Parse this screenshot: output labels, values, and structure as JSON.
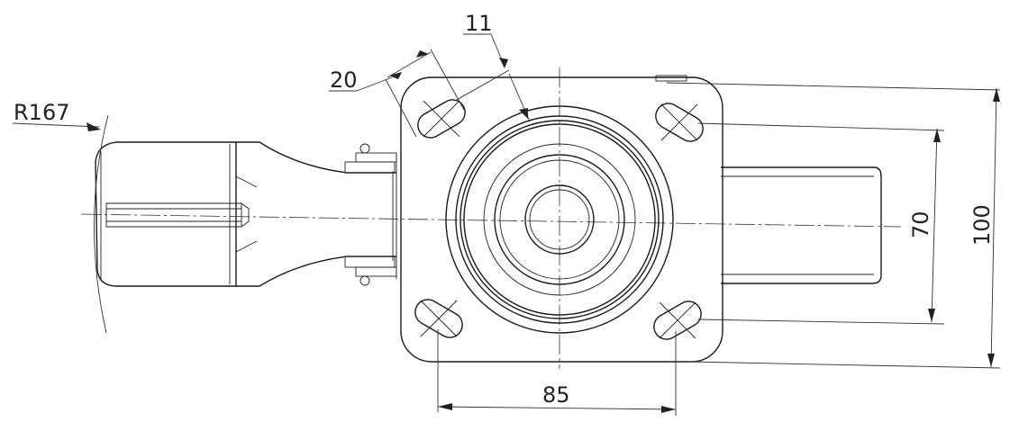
{
  "drawing": {
    "dimensions": {
      "radius": "R167",
      "slot_length": "20",
      "slot_width": "11",
      "hole_spacing_vertical": "70",
      "plate_height": "100",
      "hole_spacing_horizontal": "85"
    }
  },
  "colors": {
    "line": "#1a1a1a",
    "background": "#ffffff"
  }
}
